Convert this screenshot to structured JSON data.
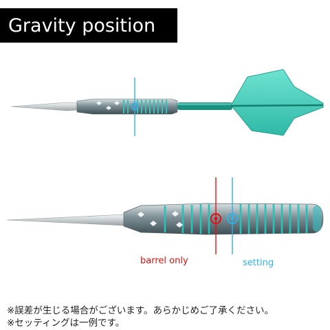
{
  "title": "Gravity position",
  "labels": {
    "barrel_only": "barrel only",
    "setting": "setting"
  },
  "notes": [
    "※誤差が生じる場合がございます。あらかじめご了承ください。",
    "※セッティングは一例です。"
  ],
  "colors": {
    "barrel_only_marker": "#e01010",
    "setting_marker": "#2cb2e8",
    "flight": "#4fd6c4",
    "barrel": "#8fa0a6"
  }
}
